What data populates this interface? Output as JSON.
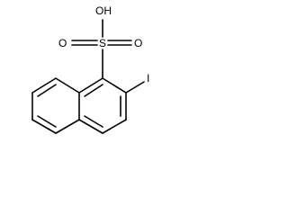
{
  "molecule": {
    "atoms": {
      "hydroxyl": "OH",
      "sulfur": "S",
      "oxygen_left": "O",
      "oxygen_right": "O",
      "iodine": "I"
    }
  }
}
